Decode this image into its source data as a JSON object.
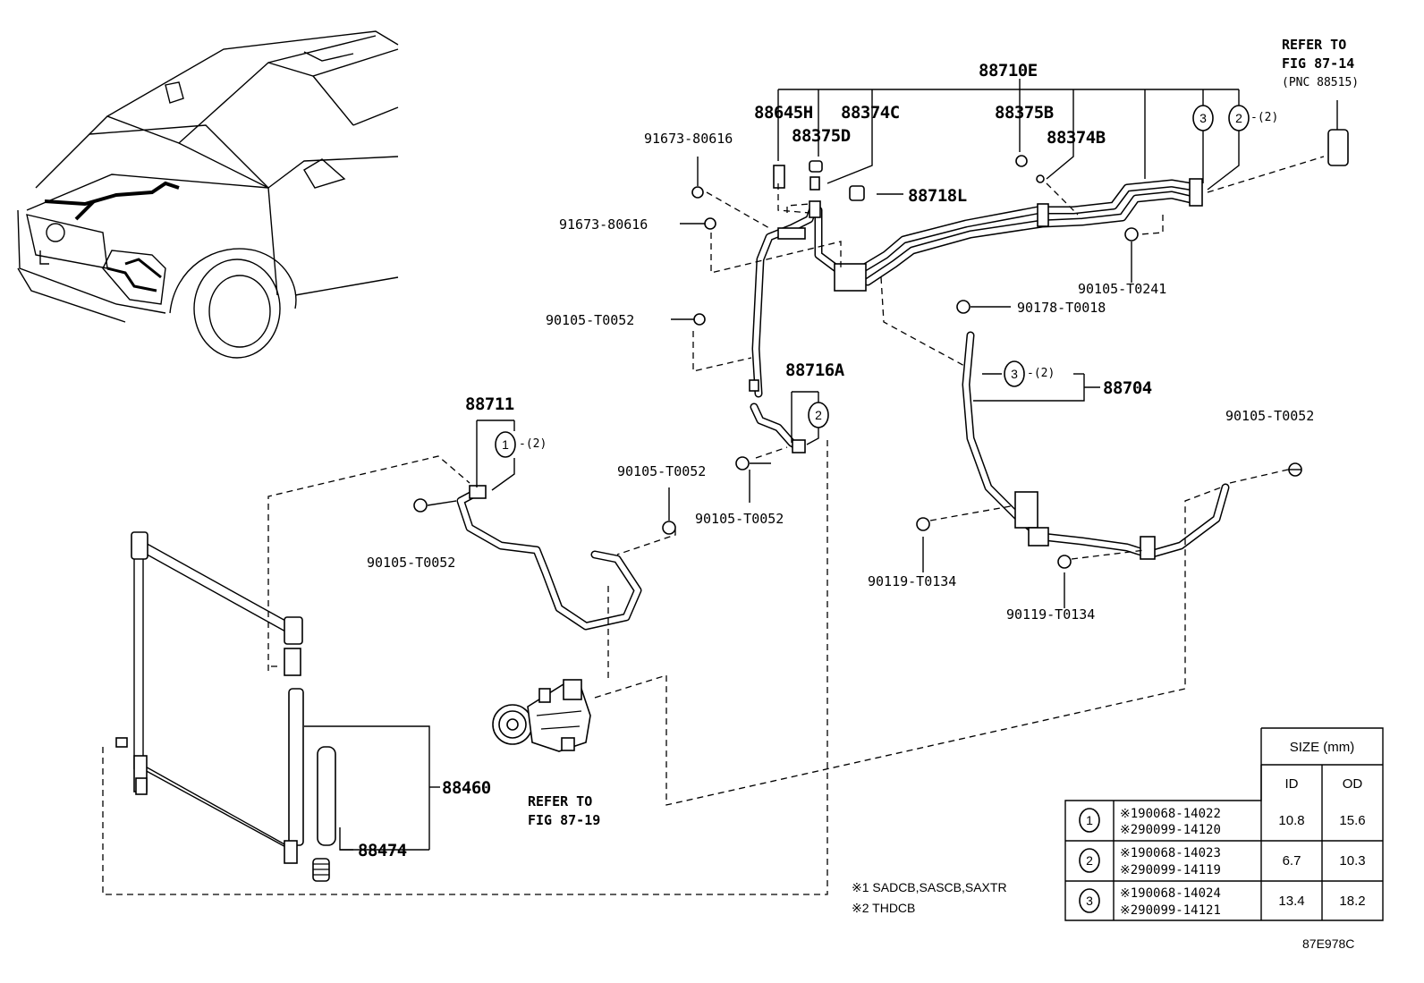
{
  "diagram_code": "87E978C",
  "labels": {
    "p88710E": "88710E",
    "p88645H": "88645H",
    "p88374C": "88374C",
    "p88375D": "88375D",
    "p88375B": "88375B",
    "p88374B": "88374B",
    "p88718L": "88718L",
    "p88716A": "88716A",
    "p88711": "88711",
    "p88704": "88704",
    "p88460": "88460",
    "p88474": "88474",
    "b91673a": "91673-80616",
    "b91673b": "91673-80616",
    "b90105_a": "90105-T0052",
    "b90105_b": "90105-T0052",
    "b90105_c": "90105-T0052",
    "b90105_d": "90105-T0052",
    "b90105_e": "90105-T0052",
    "b90105_t0241": "90105-T0241",
    "b90178": "90178-T0018",
    "b90119_a": "90119-T0134",
    "b90119_b": "90119-T0134"
  },
  "refer_top": {
    "line1": "REFER TO",
    "line2": "FIG 87-14",
    "line3": "(PNC 88515)"
  },
  "refer_compressor": {
    "line1": "REFER TO",
    "line2": "FIG 87-19"
  },
  "circle_refs": {
    "c1": "1",
    "c2a": "2",
    "c2b": "2",
    "c3a": "3",
    "c3b": "3",
    "qty_c1": "-(2)",
    "qty_c2": "-(2)",
    "qty_c3": "-(2)"
  },
  "notes": {
    "n1": "※1 SADCB,SASCB,SAXTR",
    "n2": "※2 THDCB"
  },
  "size_table": {
    "title": "SIZE (mm)",
    "col_id": "ID",
    "col_od": "OD",
    "rows": [
      {
        "ref": "1",
        "pn1": "※190068-14022",
        "pn2": "※290099-14120",
        "id": "10.8",
        "od": "15.6"
      },
      {
        "ref": "2",
        "pn1": "※190068-14023",
        "pn2": "※290099-14119",
        "id": "6.7",
        "od": "10.3"
      },
      {
        "ref": "3",
        "pn1": "※190068-14024",
        "pn2": "※290099-14121",
        "id": "13.4",
        "od": "18.2"
      }
    ]
  }
}
